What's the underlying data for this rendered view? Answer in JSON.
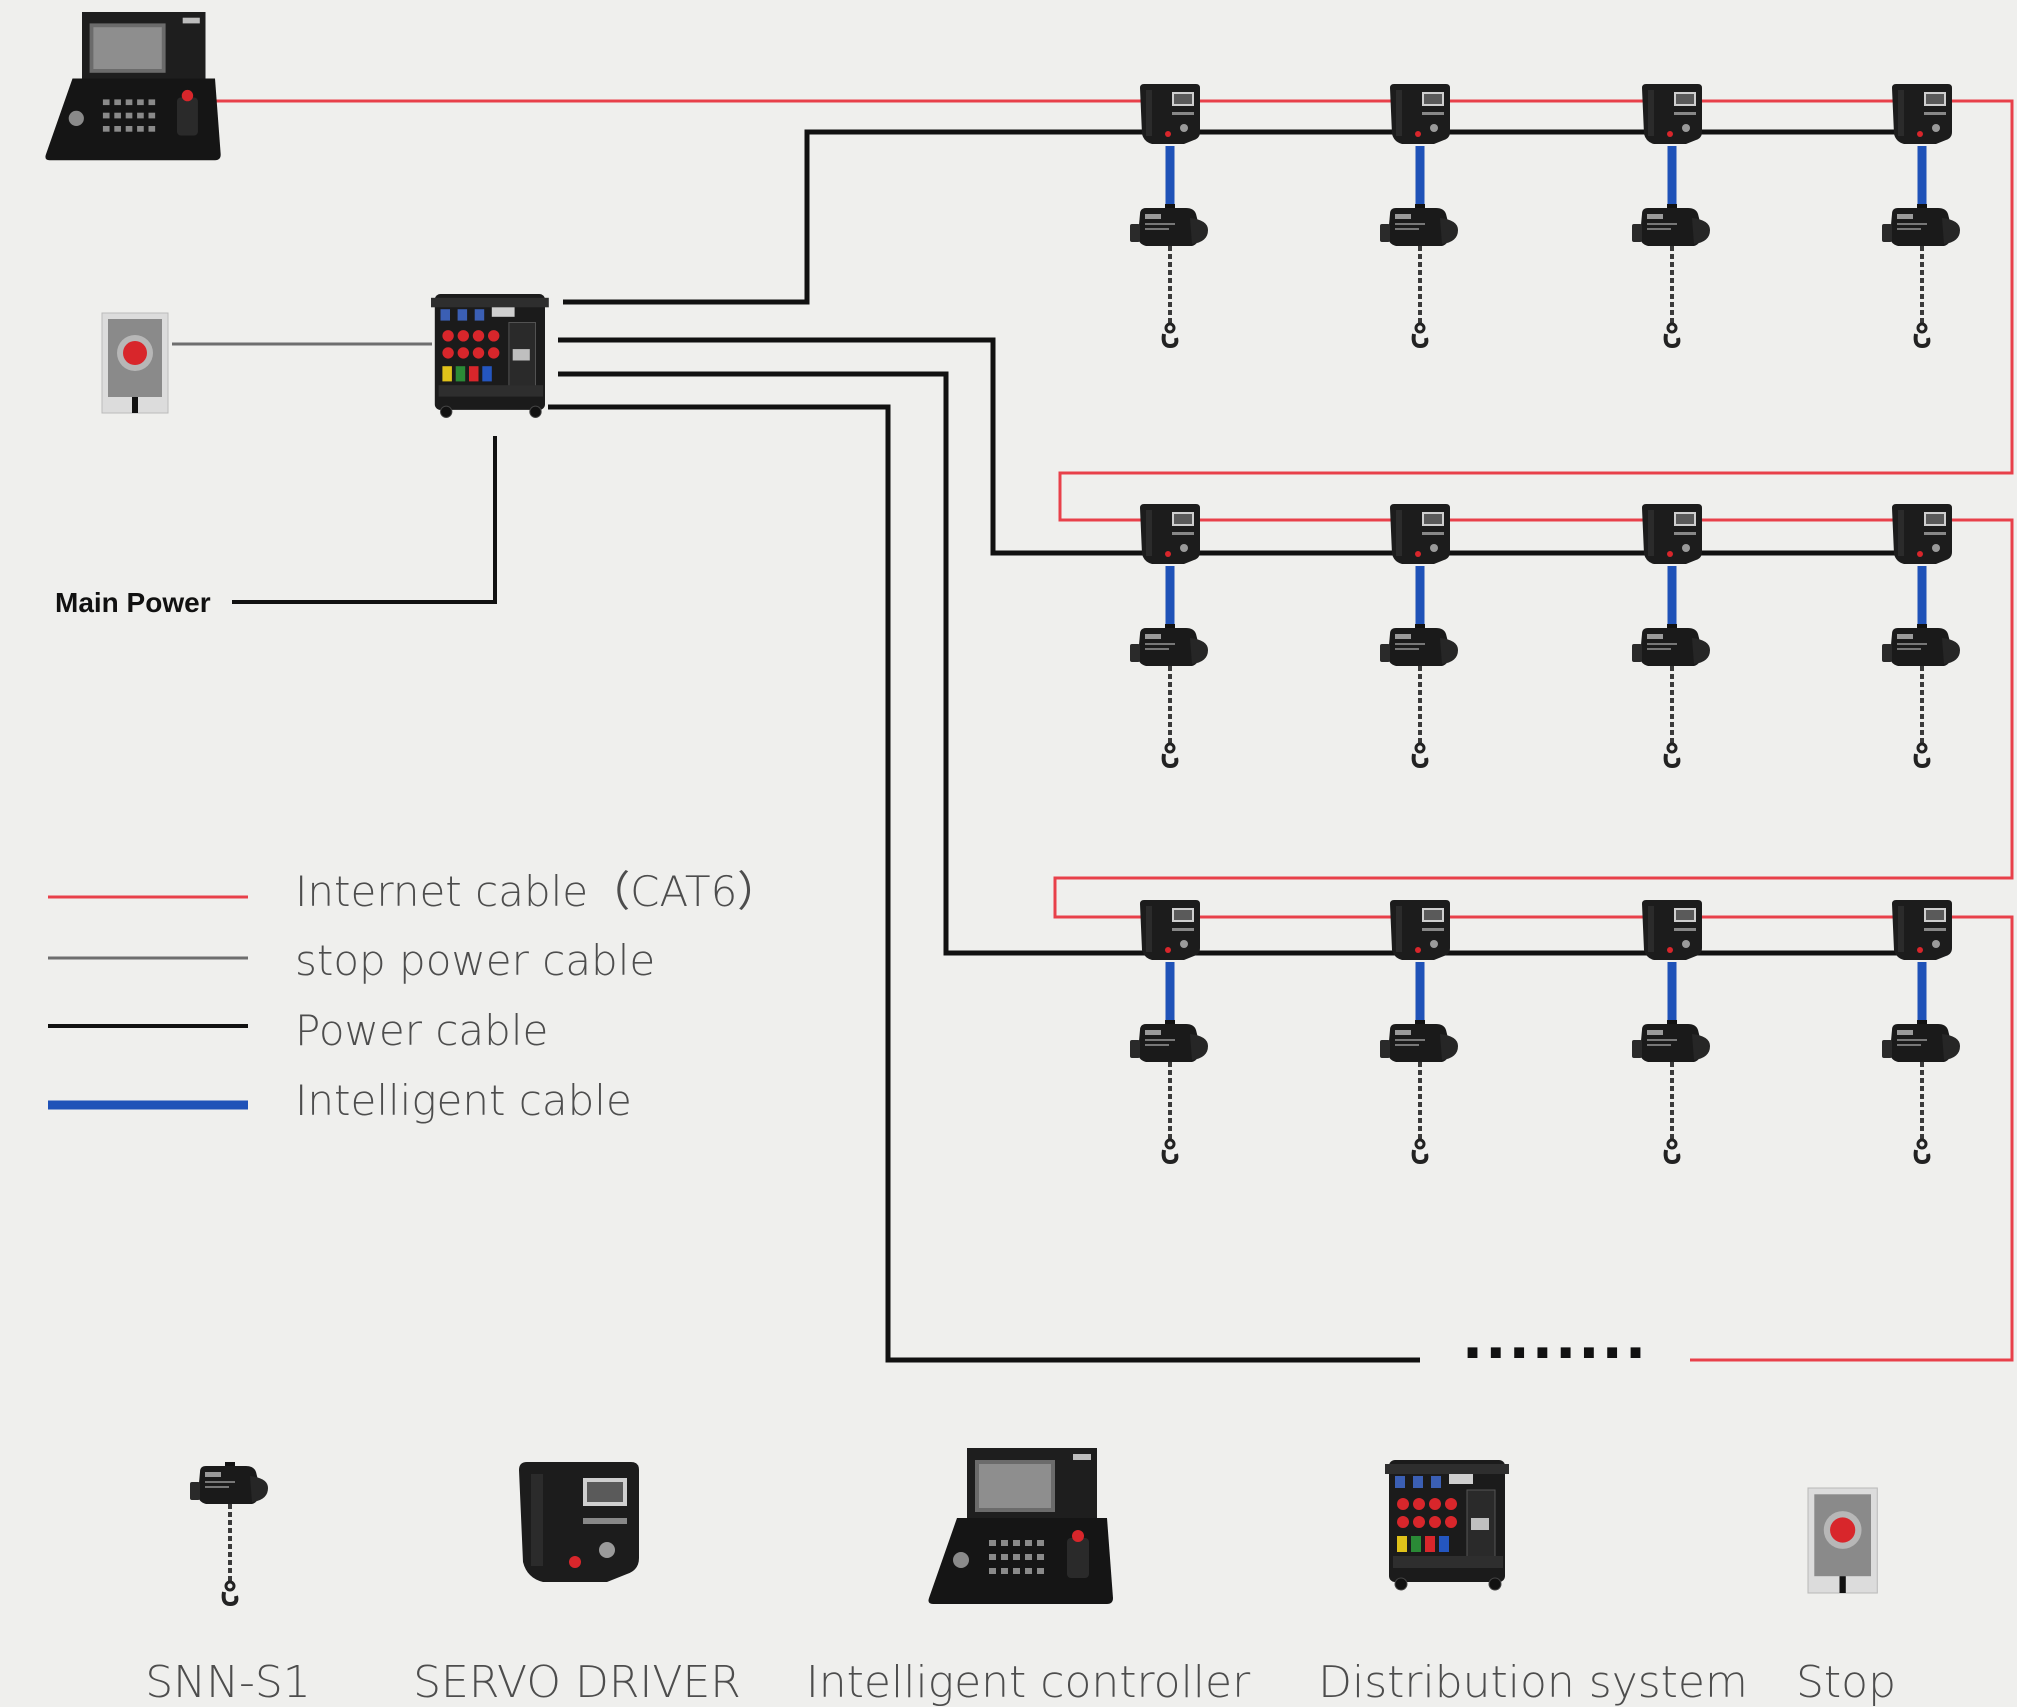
{
  "colors": {
    "background": "#efefed",
    "internet_cable": "#e8404a",
    "stop_power_cable": "#6e6e6e",
    "power_cable": "#111111",
    "intelligent_cable": "#1f52b8",
    "stop_button_red": "#d8262b"
  },
  "labels": {
    "main_power": "Main Power",
    "ellipsis": "········"
  },
  "legend": [
    {
      "key": "internet",
      "label": "Internet cable（CAT6）",
      "color": "#e8404a",
      "icon": "thin-line"
    },
    {
      "key": "stop_power",
      "label": "stop power cable",
      "color": "#6e6e6e",
      "icon": "thin-line"
    },
    {
      "key": "power",
      "label": "Power cable",
      "color": "#111111",
      "icon": "line"
    },
    {
      "key": "intelligent",
      "label": "Intelligent cable",
      "color": "#1f52b8",
      "icon": "thick-line"
    }
  ],
  "components": [
    {
      "label": "SNN-S1",
      "icon": "chain-hoist-icon"
    },
    {
      "label": "SERVO DRIVER",
      "icon": "servo-driver-icon"
    },
    {
      "label": "Intelligent controller",
      "icon": "controller-console-icon"
    },
    {
      "label": "Distribution system",
      "icon": "distribution-cabinet-icon"
    },
    {
      "label": "Stop",
      "icon": "emergency-stop-icon"
    }
  ],
  "rows": [
    {
      "name": "hoist-row-1",
      "units": 4
    },
    {
      "name": "hoist-row-2",
      "units": 4
    },
    {
      "name": "hoist-row-3",
      "units": 4
    }
  ]
}
